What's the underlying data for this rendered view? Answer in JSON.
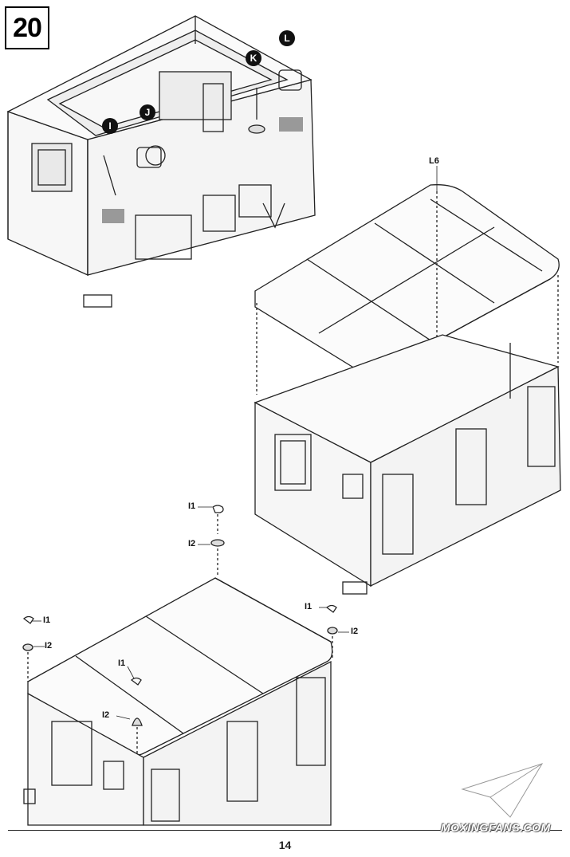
{
  "step": {
    "number": "20"
  },
  "page": {
    "number": "14"
  },
  "callouts": {
    "I": "I",
    "J": "J",
    "K": "K",
    "L": "L"
  },
  "parts": {
    "roof": "L6",
    "hatch_top": "I1",
    "hatch_base": "I2"
  },
  "watermark": {
    "text": "MOXINGFANS.COM"
  }
}
